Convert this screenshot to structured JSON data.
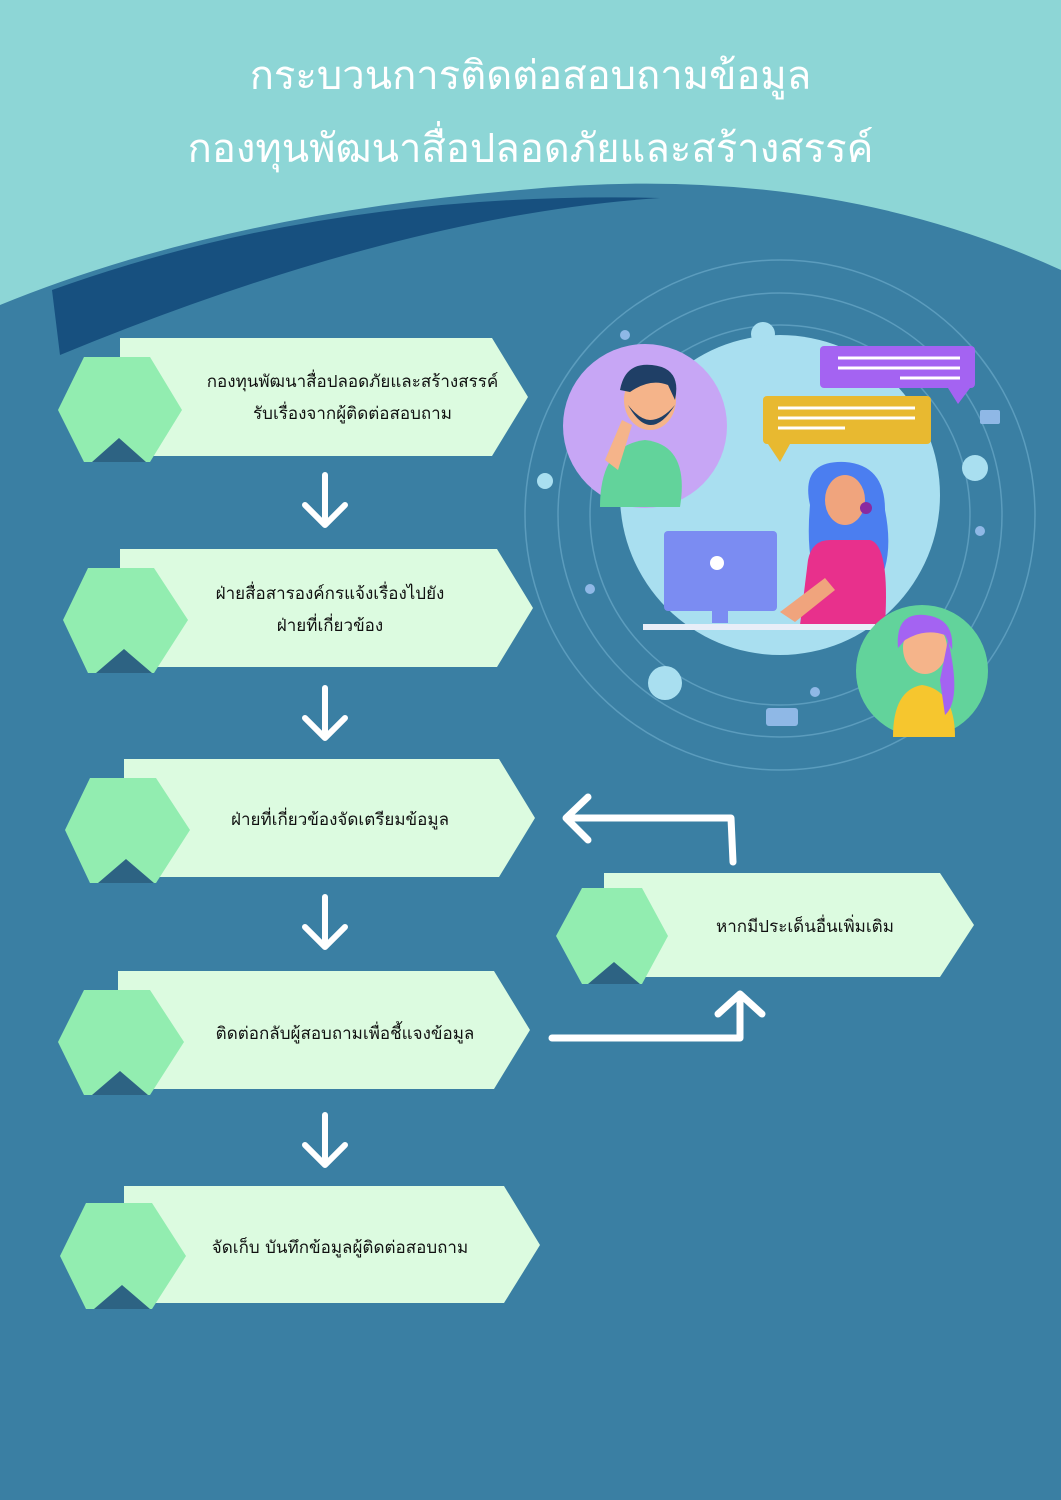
{
  "header": {
    "title_line1": "กระบวนการติดต่อสอบถามข้อมูล",
    "title_line2": "กองทุนพัฒนาสื่อปลอดภัยและสร้างสรรค์"
  },
  "steps": [
    {
      "line1": "กองทุนพัฒนาสื่อปลอดภัยและสร้างสรรค์",
      "line2": "รับเรื่องจากผู้ติดต่อสอบถาม"
    },
    {
      "line1": "ฝ่ายสื่อสารองค์กรแจ้งเรื่องไปยัง",
      "line2": "ฝ่ายที่เกี่ยวข้อง"
    },
    {
      "line1": "ฝ่ายที่เกี่ยวข้องจัดเตรียมข้อมูล"
    },
    {
      "line1": "ติดต่อกลับผู้สอบถามเพื่อชี้แจงข้อมูล"
    },
    {
      "line1": "จัดเก็บ  บันทึกข้อมูลผู้ติดต่อสอบถาม"
    }
  ],
  "side_step": {
    "line1": "หากมีประเด็นอื่นเพิ่มเติม"
  },
  "colors": {
    "background": "#3a7fa3",
    "header_band": "#8dd6d6",
    "accent_dark": "#17507f",
    "step_card": "#dcfbe0",
    "step_hexagon": "#92edb0",
    "arrow": "#ffffff"
  },
  "icons": [
    "down-arrow-icon",
    "return-arrow-icon",
    "forward-arrow-icon",
    "call-center-illustration"
  ]
}
